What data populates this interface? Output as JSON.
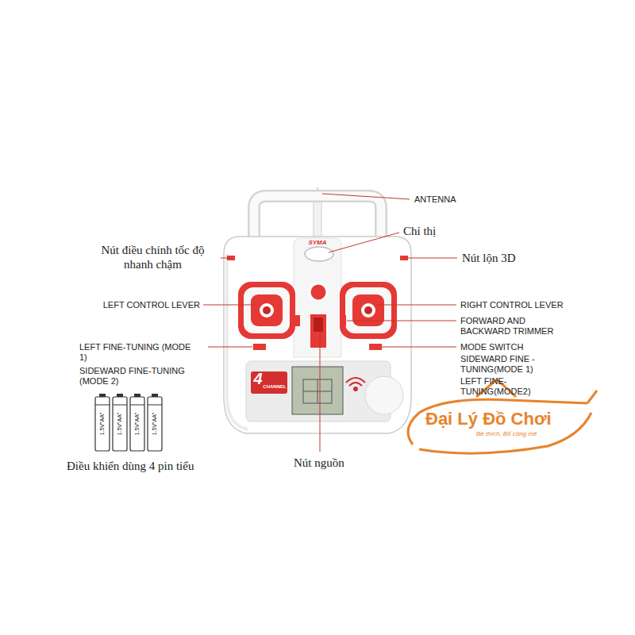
{
  "diagram": {
    "labels": [
      "ANTENNA",
      "Nút điều chỉnh tốc độ nhanh chậm",
      "Chỉ thị",
      "Nút lộn 3D",
      "LEFT CONTROL LEVER",
      "RIGHT CONTROL LEVER",
      "FORWARD AND BACKWARD TRIMMER",
      "MODE SWITCH",
      "SIDEWARD FINE - TUNING(MODE 1)",
      "LEFT FINE-TUNING(MODE2)",
      "LEFT FINE-TUNING (MODE 1)",
      "SIDEWARD FINE-TUNING (MODE 2)",
      "Điều khiển dùng 4 pin tiểu",
      "Nút nguồn",
      "SYMA",
      "4",
      "CHANNEL",
      "1.5V\"AA\"",
      "1.5V\"AA\"",
      "1.5V\"AA\"",
      "1.5V\"AA\"",
      "Đại Lý Đồ Chơi",
      "Bé thích, Bố cũng mê"
    ]
  }
}
